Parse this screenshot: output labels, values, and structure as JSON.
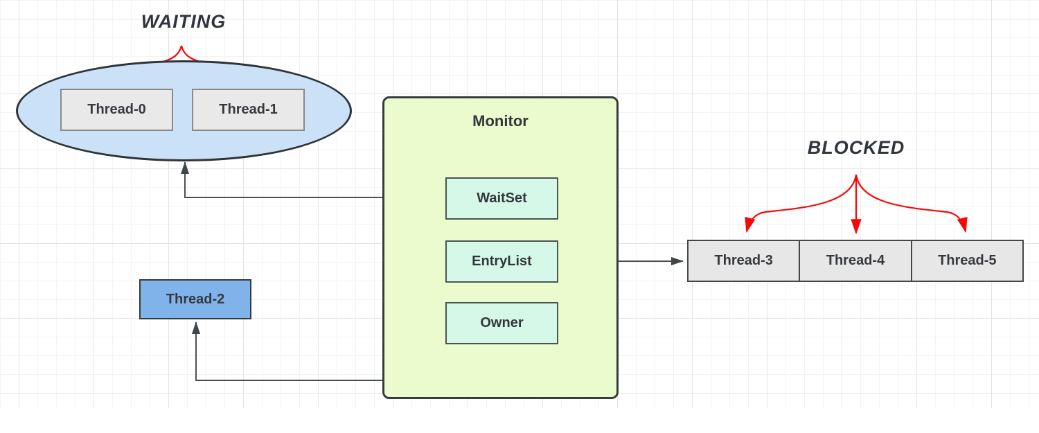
{
  "diagram": {
    "type": "thread-monitor-state-diagram",
    "waiting_group": {
      "label": "WAITING",
      "threads": [
        "Thread-0",
        "Thread-1"
      ]
    },
    "blocked_group": {
      "label": "BLOCKED",
      "threads": [
        "Thread-3",
        "Thread-4",
        "Thread-5"
      ]
    },
    "monitor": {
      "title": "Monitor",
      "slots": [
        "WaitSet",
        "EntryList",
        "Owner"
      ]
    },
    "owner_thread": "Thread-2",
    "colors": {
      "waiting_ellipse_fill": "#cbe1f8",
      "thread_gray_fill": "#e9e9e9",
      "thread_owner_fill": "#7fb3ea",
      "monitor_fill": "#eafbcd",
      "slot_fill": "#d6f8e9",
      "state_arrow_red": "#f70808",
      "connector_dark": "#4a4f54",
      "grid_line": "#f3f3f3"
    }
  }
}
